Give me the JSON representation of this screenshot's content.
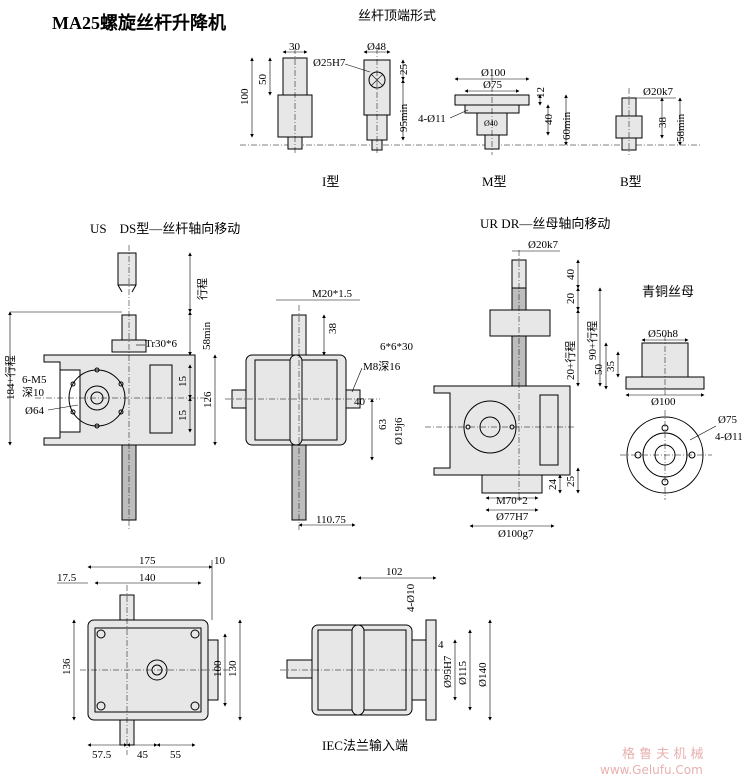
{
  "title": "MA25螺旋丝杆升降机",
  "top_section": {
    "heading": "丝杆顶端形式",
    "types": [
      "I型",
      "M型",
      "B型"
    ],
    "dims": {
      "i_30": "30",
      "i_100": "100",
      "i_50": "50",
      "phi48": "Ø48",
      "phi25h7": "Ø25H7",
      "d25": "25",
      "d95min": "95min",
      "phi100": "Ø100",
      "phi75": "Ø75",
      "holes": "4-Ø11",
      "phi40": "Ø40",
      "d12": "12",
      "d40": "40",
      "d60min": "60min",
      "phi20k7": "Ø20k7",
      "d38": "38",
      "d58min": "58min"
    }
  },
  "us_view": {
    "heading": "US　DS型—丝杆轴向移动",
    "labels": {
      "stroke": "行程",
      "d58min": "58min",
      "tr": "Tr30*6",
      "d184": "184+行程",
      "m5": "6-M5",
      "deep10": "深10",
      "phi64": "Ø64",
      "d15a": "15",
      "d15b": "15",
      "d126": "126"
    }
  },
  "side_view": {
    "labels": {
      "m20": "M20*1.5",
      "d38": "38",
      "key": "6*6*30",
      "m8": "M8深16",
      "d40": "40",
      "d63": "63",
      "phi19j6": "Ø19j6",
      "d110": "110.75"
    }
  },
  "ur_view": {
    "heading": "UR DR—丝母轴向移动",
    "labels": {
      "phi20k7": "Ø20k7",
      "d40": "40",
      "d20": "20",
      "d20s": "20+行程",
      "d90s": "90+行程",
      "m70": "M70*2",
      "phi77": "Ø77H7",
      "phi100g7": "Ø100g7",
      "d24": "24",
      "d25": "25"
    }
  },
  "nut_view": {
    "heading": "青铜丝母",
    "labels": {
      "phi50h8": "Ø50h8",
      "d50": "50",
      "d35": "35",
      "phi100": "Ø100",
      "phi75": "Ø75",
      "holes": "4-Ø11"
    }
  },
  "bottom_view": {
    "labels": {
      "d175": "175",
      "d10": "10",
      "d17_5": "17.5",
      "d140": "140",
      "d136": "136",
      "d100": "100",
      "d130": "130",
      "d57_5": "57.5",
      "d45": "45",
      "d55": "55"
    }
  },
  "iec_view": {
    "heading": "IEC法兰输入端",
    "labels": {
      "d102": "102",
      "holes": "4-Ø10",
      "d4": "4",
      "phi95": "Ø95H7",
      "phi115": "Ø115",
      "phi140": "Ø140"
    }
  },
  "watermark": {
    "cn": "格 鲁 夫 机 械",
    "url": "www.Gelufu.Com"
  }
}
